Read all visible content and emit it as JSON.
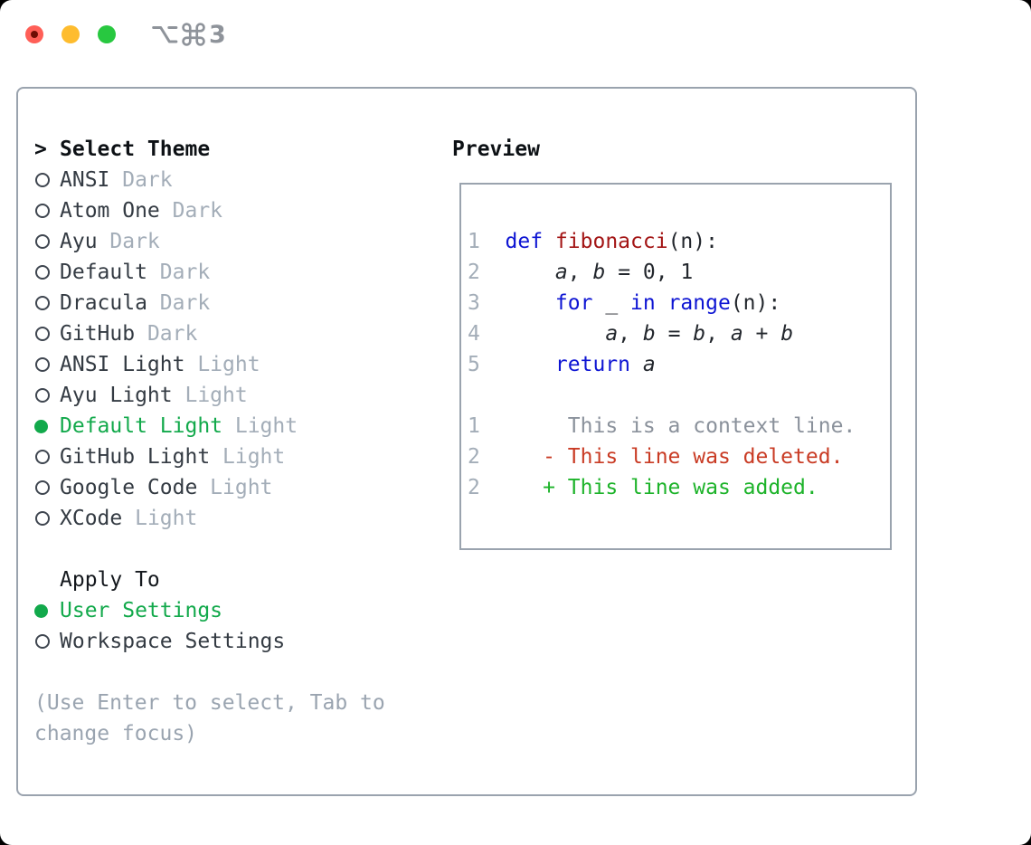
{
  "titlebar": {
    "shortcut_icons": [
      "option-icon",
      "command-icon"
    ],
    "shortcut_text": "3"
  },
  "panel": {
    "select_theme": {
      "heading": "Select Theme",
      "focus_marker": ">",
      "items": [
        {
          "name": "ANSI",
          "variant": "Dark",
          "selected": false
        },
        {
          "name": "Atom One",
          "variant": "Dark",
          "selected": false
        },
        {
          "name": "Ayu",
          "variant": "Dark",
          "selected": false
        },
        {
          "name": "Default",
          "variant": "Dark",
          "selected": false
        },
        {
          "name": "Dracula",
          "variant": "Dark",
          "selected": false
        },
        {
          "name": "GitHub",
          "variant": "Dark",
          "selected": false
        },
        {
          "name": "ANSI Light",
          "variant": "Light",
          "selected": false
        },
        {
          "name": "Ayu Light",
          "variant": "Light",
          "selected": false
        },
        {
          "name": "Default Light",
          "variant": "Light",
          "selected": true
        },
        {
          "name": "GitHub Light",
          "variant": "Light",
          "selected": false
        },
        {
          "name": "Google Code",
          "variant": "Light",
          "selected": false
        },
        {
          "name": "XCode",
          "variant": "Light",
          "selected": false
        }
      ]
    },
    "apply_to": {
      "heading": "Apply To",
      "options": [
        {
          "name": "User Settings",
          "selected": true
        },
        {
          "name": "Workspace Settings",
          "selected": false
        }
      ]
    },
    "hint_lines": [
      "(Use Enter to select, Tab to",
      "change focus)"
    ]
  },
  "preview": {
    "heading": "Preview",
    "code_lines": [
      {
        "num": "1",
        "tokens": [
          {
            "t": "def",
            "c": "kw"
          },
          {
            "t": " "
          },
          {
            "t": "fibonacci",
            "c": "fn"
          },
          {
            "t": "(n):"
          }
        ]
      },
      {
        "num": "2",
        "tokens": [
          {
            "t": "    "
          },
          {
            "t": "a",
            "c": "var"
          },
          {
            "t": ", "
          },
          {
            "t": "b",
            "c": "var"
          },
          {
            "t": " = 0, 1"
          }
        ]
      },
      {
        "num": "3",
        "tokens": [
          {
            "t": "    "
          },
          {
            "t": "for",
            "c": "kw"
          },
          {
            "t": " _ "
          },
          {
            "t": "in",
            "c": "kw"
          },
          {
            "t": " "
          },
          {
            "t": "range",
            "c": "kw"
          },
          {
            "t": "(n):"
          }
        ]
      },
      {
        "num": "4",
        "tokens": [
          {
            "t": "        "
          },
          {
            "t": "a",
            "c": "var"
          },
          {
            "t": ", "
          },
          {
            "t": "b",
            "c": "var"
          },
          {
            "t": " = "
          },
          {
            "t": "b",
            "c": "var"
          },
          {
            "t": ", "
          },
          {
            "t": "a",
            "c": "var"
          },
          {
            "t": " + "
          },
          {
            "t": "b",
            "c": "var"
          }
        ]
      },
      {
        "num": "5",
        "tokens": [
          {
            "t": "    "
          },
          {
            "t": "return",
            "c": "kw"
          },
          {
            "t": " "
          },
          {
            "t": "a",
            "c": "var"
          }
        ]
      },
      {
        "num": "",
        "tokens": []
      },
      {
        "num": "1",
        "tokens": [
          {
            "t": "     "
          },
          {
            "t": "This is a context line.",
            "c": "ctx"
          }
        ]
      },
      {
        "num": "2",
        "tokens": [
          {
            "t": "   "
          },
          {
            "t": "- This line was deleted.",
            "c": "del"
          }
        ]
      },
      {
        "num": "2",
        "tokens": [
          {
            "t": "   "
          },
          {
            "t": "+ This line was added.",
            "c": "add"
          }
        ]
      }
    ]
  },
  "colors": {
    "selection_green": "#12a94b",
    "keyword_blue": "#0e15d3",
    "function_red": "#a31515",
    "diff_context_gray": "#8a919b",
    "diff_deleted_red": "#c93b24",
    "diff_added_green": "#1db32a",
    "line_number_gray": "#a3adb8",
    "muted_gray": "#9fa9b4",
    "text_ink": "#343b43",
    "border_gray": "#9aa3ae",
    "traffic_red": "#ff5f57",
    "traffic_yellow": "#febc2e",
    "traffic_green": "#28c840"
  }
}
